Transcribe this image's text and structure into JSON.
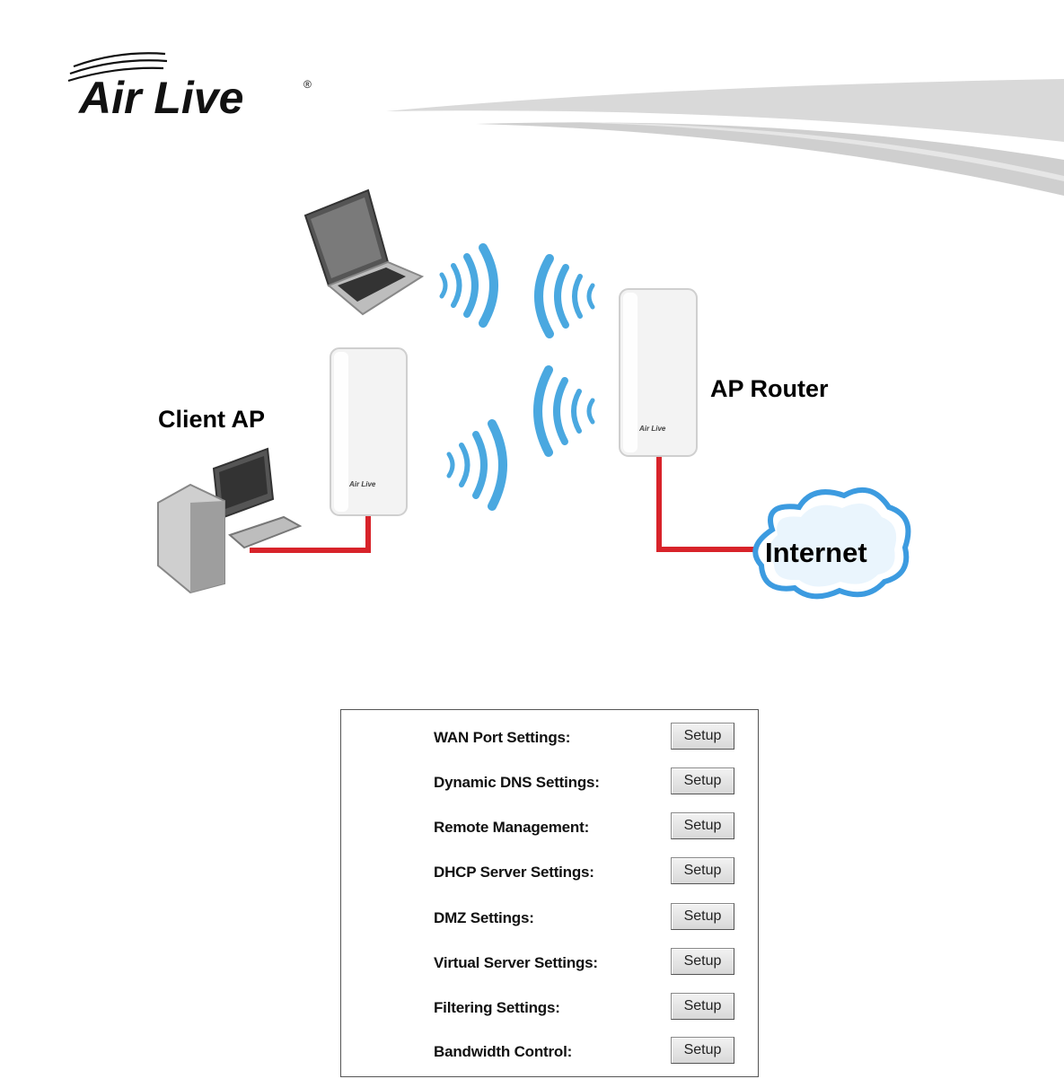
{
  "logo": {
    "text": "Air Live",
    "registered": "®"
  },
  "diagram": {
    "client_ap": "Client AP",
    "ap_router": "AP Router",
    "internet": "Internet",
    "device_brand": "Air Live",
    "wire_color": "#d8232a",
    "signal_color": "#4aa8e0"
  },
  "settings": [
    {
      "label": "WAN Port Settings:",
      "button": "Setup"
    },
    {
      "label": "Dynamic DNS Settings:",
      "button": "Setup"
    },
    {
      "label": "Remote Management:",
      "button": "Setup"
    },
    {
      "label": "DHCP Server Settings:",
      "button": "Setup"
    },
    {
      "label": "DMZ Settings:",
      "button": "Setup"
    },
    {
      "label": "Virtual Server Settings:",
      "button": "Setup"
    },
    {
      "label": "Filtering Settings:",
      "button": "Setup"
    },
    {
      "label": "Bandwidth Control:",
      "button": "Setup"
    }
  ]
}
